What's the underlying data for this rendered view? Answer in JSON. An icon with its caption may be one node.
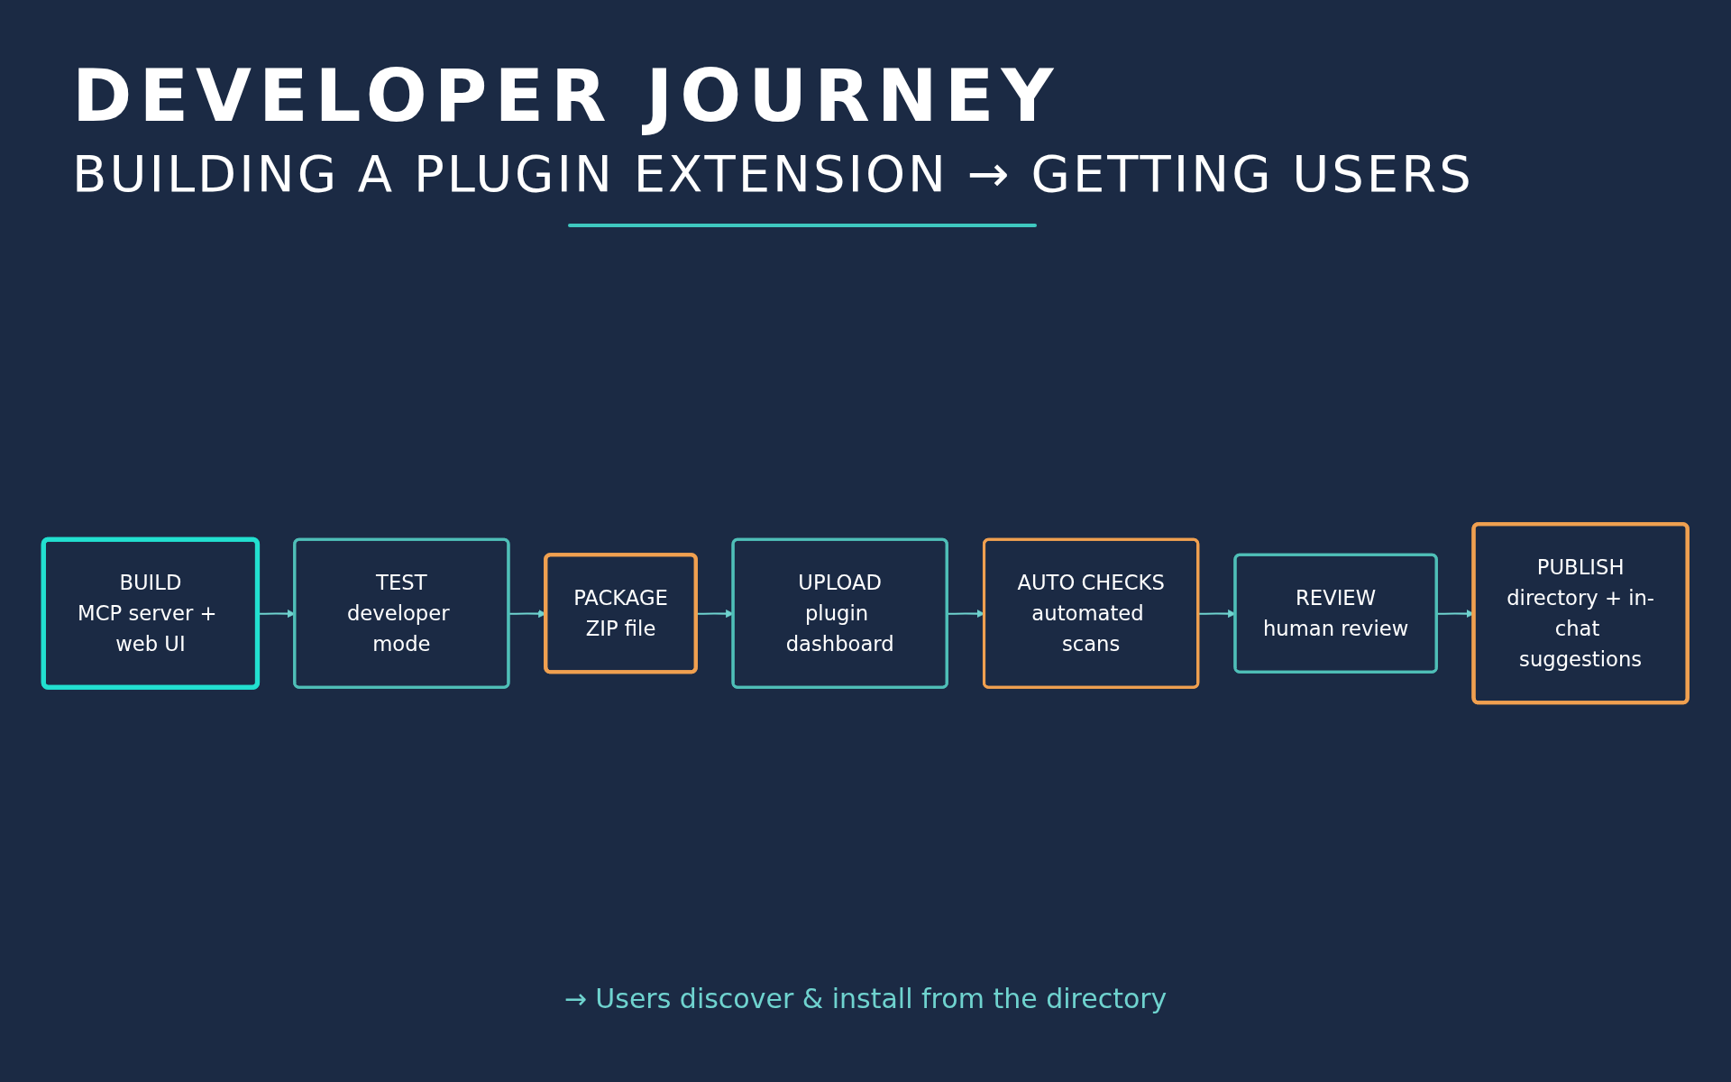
{
  "diagram": {
    "title": "DEVELOPER JOURNEY",
    "caption": "→ Users discover & install from the directory",
    "nodes": [
      {
        "text": [
          "BUILD",
          "MCP server + web UI"
        ]
      },
      {
        "text": [
          "TEST",
          "developer mode"
        ]
      },
      {
        "text": [
          "PACKAGE",
          "ZIP file"
        ]
      },
      {
        "text": [
          "UPLOAD",
          "plugin dashboard"
        ]
      },
      {
        "text": [
          "AUTO CHECKS",
          "automated scans"
        ]
      },
      {
        "text": [
          "REVIEW",
          "human review"
        ]
      },
      {
        "text": [
          "PUBLISH",
          "directory + in-chat suggestions"
        ]
      }
    ],
    "edges": [
      {
        "from": 0,
        "to": 1,
        "arrow": "to"
      },
      {
        "from": 1,
        "to": 2,
        "arrow": "to"
      },
      {
        "from": 2,
        "to": 3,
        "arrow": "to"
      },
      {
        "from": 3,
        "to": 4,
        "arrow": "to"
      },
      {
        "from": 4,
        "to": 5,
        "arrow": "to"
      },
      {
        "from": 5,
        "to": 6,
        "arrow": "to"
      }
    ],
    "labels": [
      "BUILDING A PLUGIN EXTENSION → GETTING USERS"
    ]
  }
}
